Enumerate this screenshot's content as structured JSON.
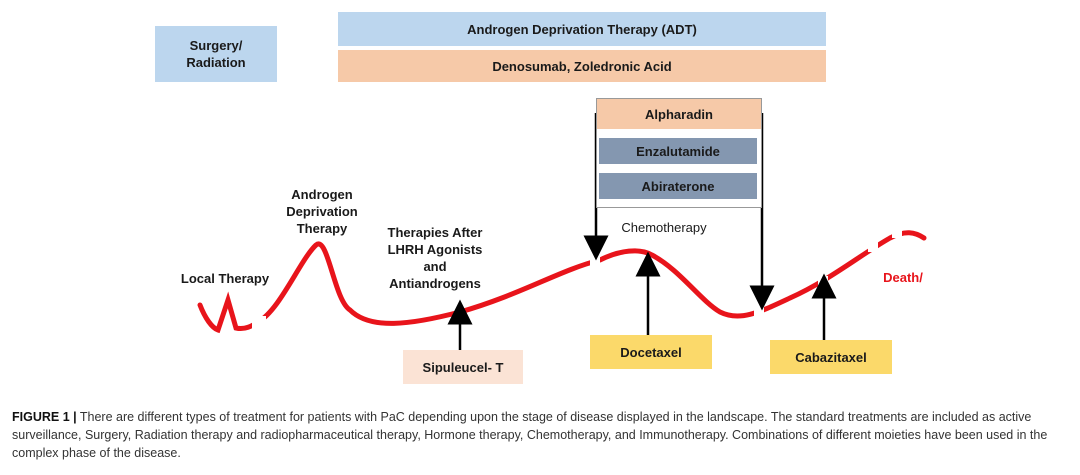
{
  "boxes": {
    "surgery": "Surgery/\nRadiation",
    "adt": "Androgen Deprivation Therapy (ADT)",
    "denosumab": "Denosumab, Zoledronic Acid",
    "alpharadin": "Alpharadin",
    "enzalutamide": "Enzalutamide",
    "abiraterone": "Abiraterone",
    "sipuleucel": "Sipuleucel- T",
    "docetaxel": "Docetaxel",
    "cabazitaxel": "Cabazitaxel"
  },
  "labels": {
    "local_therapy": "Local Therapy",
    "androgen_deprivation": "Androgen\nDeprivation\nTherapy",
    "therapies_after": "Therapies After\nLHRH Agonists\nand\nAntiandrogens",
    "chemotherapy": "Chemotherapy",
    "death": "Death/"
  },
  "caption": {
    "prefix": "FIGURE 1 |",
    "text": " There are different types of treatment for patients with PaC depending upon the stage of disease displayed in the landscape. The standard treatments are included as active surveillance, Surgery, Radiation therapy and radiopharmaceutical therapy, Hormone therapy, Chemotherapy, and Immunotherapy. Combinations of different moieties have been used in the complex phase of the disease."
  },
  "colors": {
    "curve": "#e8141b",
    "adt_fill": "#bcd6ee",
    "denosumab_fill": "#f6c9a8",
    "alpharadin_fill": "#f6c9a8",
    "drug_fill": "#8497b0",
    "yellow_fill": "#fbd96a",
    "sipuleucel_fill": "#fbe3d5"
  }
}
